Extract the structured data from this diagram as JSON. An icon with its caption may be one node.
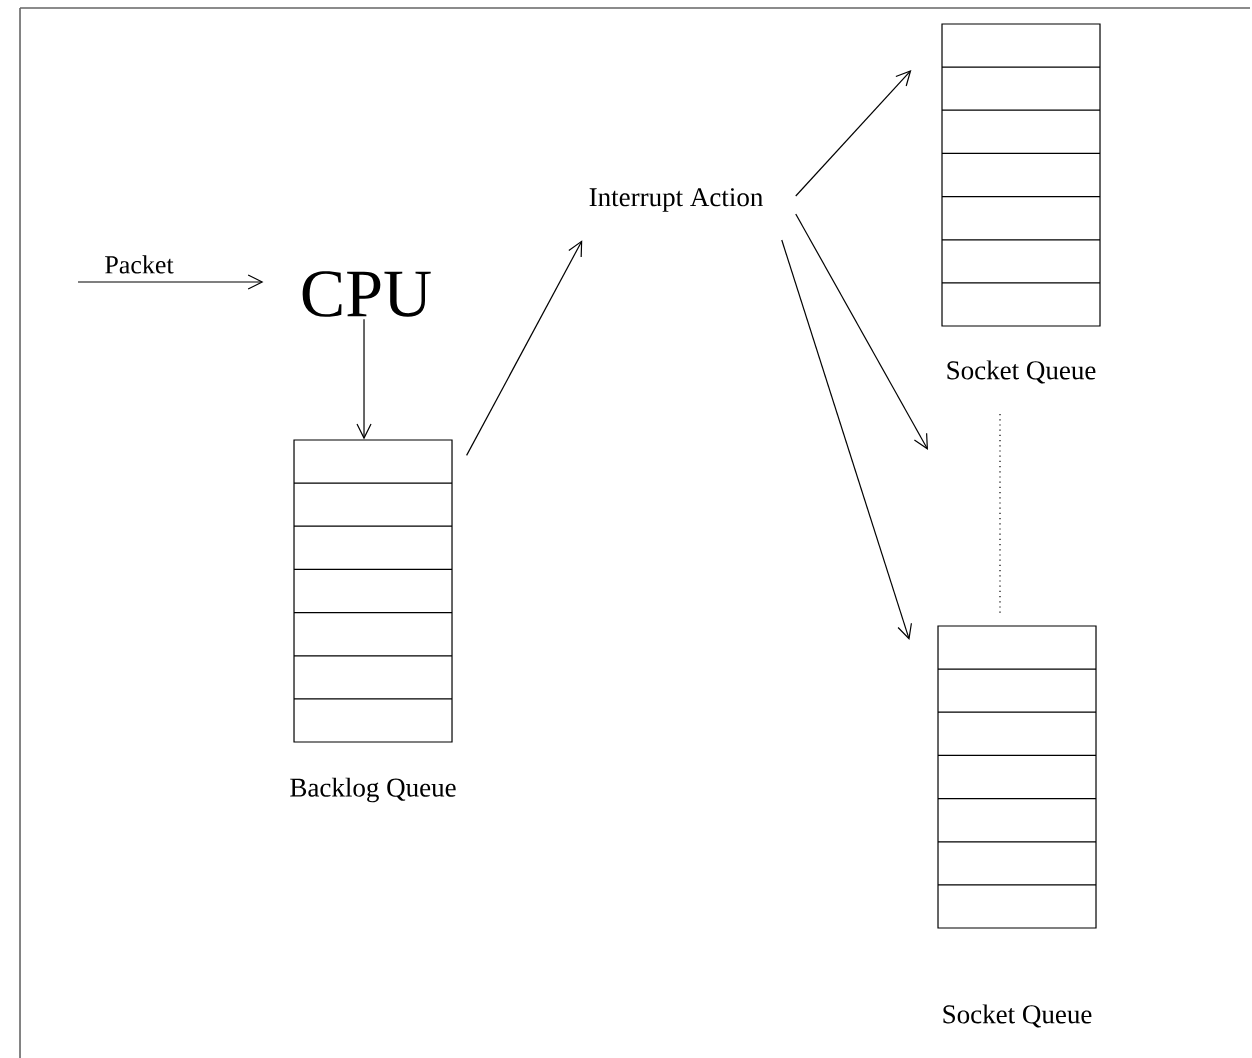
{
  "diagram": {
    "nodes": [
      {
        "text": [
          "CPU"
        ]
      },
      {
        "text": [
          "Backlog Queue"
        ]
      },
      {
        "text": [
          "Interrupt Action"
        ]
      },
      {
        "text": [
          "Socket Queue"
        ]
      },
      {
        "text": [
          "Socket Queue"
        ]
      }
    ],
    "edges": [
      {
        "from": null,
        "to": 0,
        "arrow": "to",
        "label": "Packet"
      },
      {
        "from": 0,
        "to": 1,
        "arrow": "to"
      },
      {
        "from": 1,
        "to": 2,
        "arrow": "to"
      },
      {
        "from": 2,
        "to": 3,
        "arrow": "to"
      },
      {
        "from": 2,
        "to": null,
        "arrow": "to"
      },
      {
        "from": 2,
        "to": 4,
        "arrow": "to"
      }
    ]
  }
}
